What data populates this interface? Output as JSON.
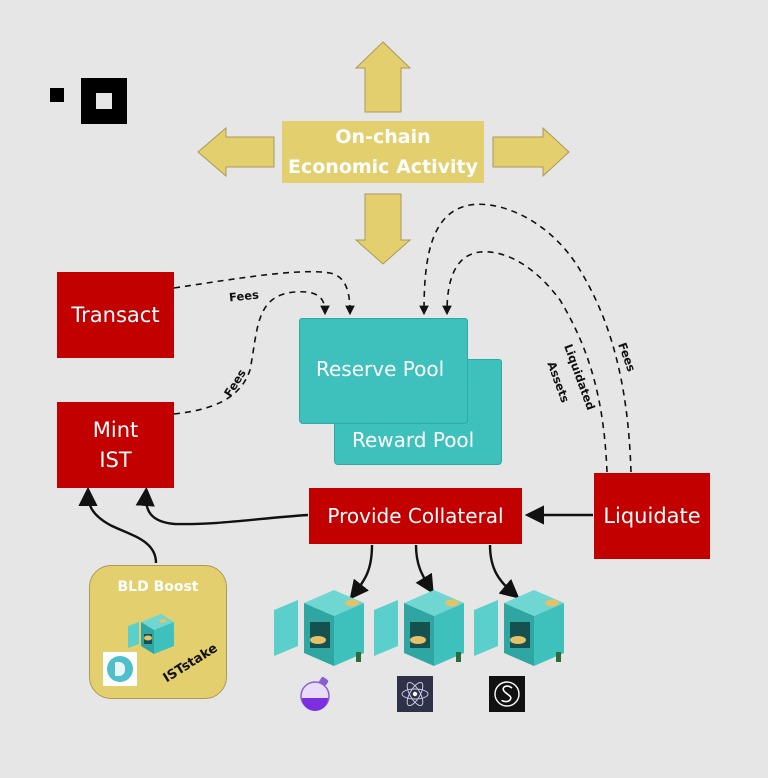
{
  "diagram": {
    "center_node": {
      "line1": "On-chain",
      "line2": "Economic Activity"
    },
    "nodes": {
      "transact": "Transact",
      "mint_ist": {
        "line1": "Mint",
        "line2": "IST"
      },
      "reserve_pool": "Reserve Pool",
      "reward_pool": "Reward Pool",
      "provide_collateral": "Provide Collateral",
      "liquidate": "Liquidate",
      "bld_boost": "BLD Boost",
      "iststake": "ISTstake"
    },
    "edge_labels": {
      "transact_fees": "Fees",
      "mint_fees": "Fees",
      "liquidated_assets_line1": "Liquidated",
      "liquidated_assets_line2": "Assets",
      "liquidate_fees": "Fees"
    },
    "vaults": [
      {
        "token_icon": "potion-flask-icon"
      },
      {
        "token_icon": "atom-icon"
      },
      {
        "token_icon": "s-circle-icon"
      }
    ],
    "colors": {
      "background": "#e6e6e6",
      "action_red": "#c20000",
      "pool_teal": "#3ec1bd",
      "activity_gold": "#e3cf6e"
    }
  }
}
